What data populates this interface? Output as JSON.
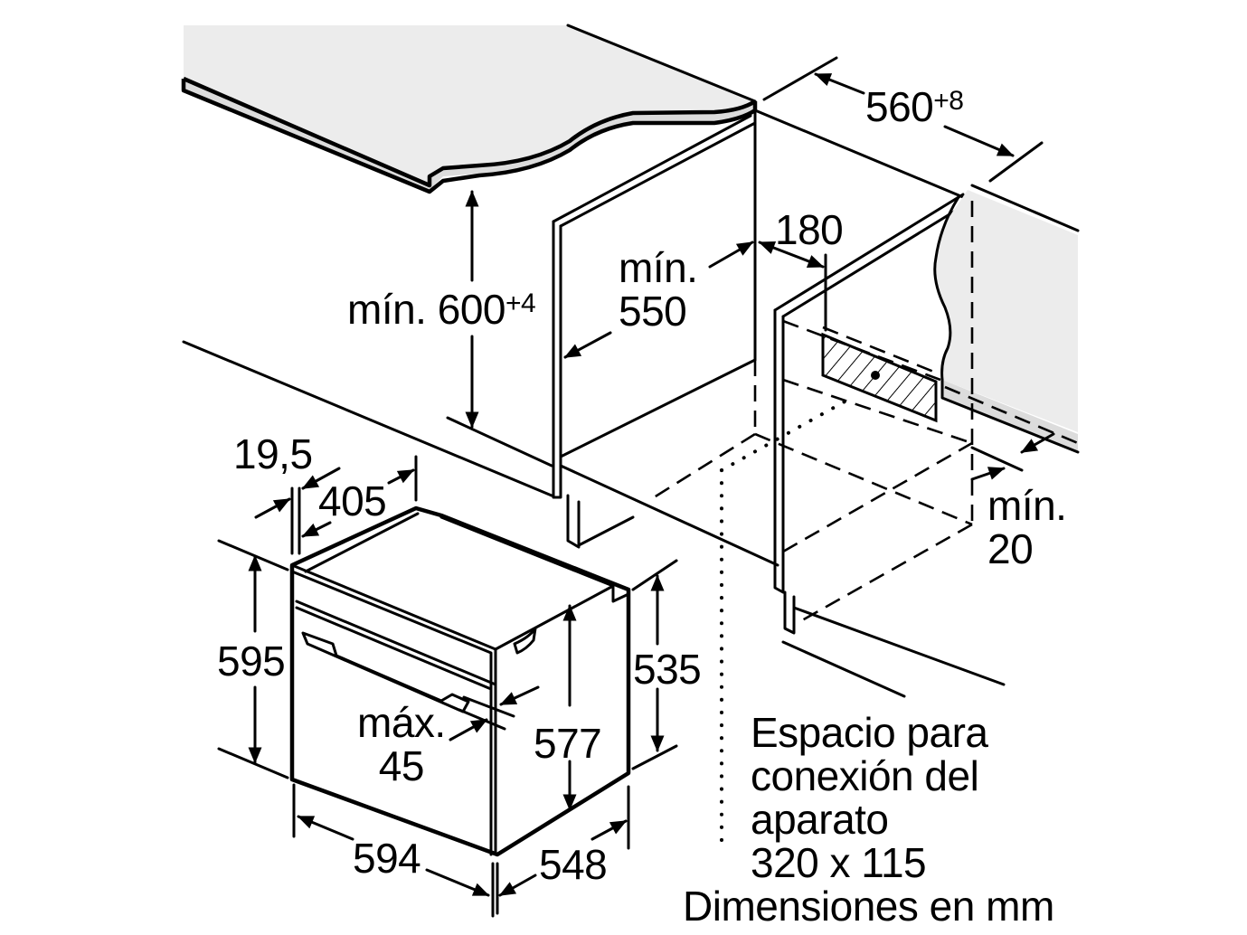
{
  "diagram": {
    "type": "installation-dimension-drawing",
    "units_caption": "Dimensiones en mm",
    "colors": {
      "line": "#000000",
      "worktop_fill": "#ececec",
      "edge_fill": "#dcdcdc",
      "background": "#ffffff"
    },
    "niche": {
      "width": {
        "value": "560",
        "tolerance": "+8"
      },
      "height": {
        "prefix": "mín.",
        "value": "600",
        "tolerance": "+4"
      },
      "depth": {
        "line1": "mín.",
        "line2": "550"
      },
      "connection_offset": {
        "value": "180"
      },
      "rear_gap": {
        "line1": "mín.",
        "line2": "20"
      }
    },
    "connection_area": {
      "line1": "Espacio para",
      "line2": "conexión del",
      "line3": "aparato",
      "line4": "320 x 115"
    },
    "appliance": {
      "front_panel_thickness": {
        "value": "19,5"
      },
      "top_depth": {
        "value": "405"
      },
      "height": {
        "value": "595"
      },
      "body_height": {
        "value": "577"
      },
      "side_height": {
        "value": "535"
      },
      "width": {
        "value": "594"
      },
      "depth": {
        "value": "548"
      },
      "handle_projection": {
        "line1": "máx.",
        "line2": "45"
      }
    }
  }
}
